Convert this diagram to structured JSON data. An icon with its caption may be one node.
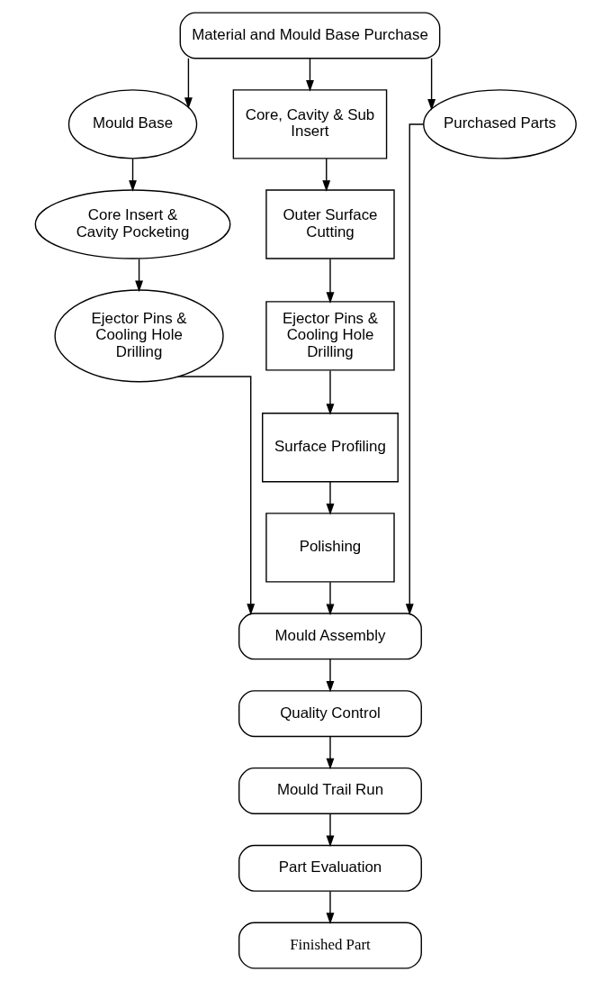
{
  "diagram": {
    "nodes": [
      {
        "text": [
          "Material and Mould Base Purchase"
        ]
      },
      {
        "text": [
          "Mould Base"
        ]
      },
      {
        "text": [
          "Core, Cavity & Sub Insert"
        ]
      },
      {
        "text": [
          "Purchased Parts"
        ]
      },
      {
        "text": [
          "Core Insert & Cavity Pocketing"
        ]
      },
      {
        "text": [
          "Outer Surface Cutting"
        ]
      },
      {
        "text": [
          "Ejector Pins & Cooling Hole Drilling"
        ]
      },
      {
        "text": [
          "Ejector Pins & Cooling Hole Drilling"
        ]
      },
      {
        "text": [
          "Surface Profiling"
        ]
      },
      {
        "text": [
          "Polishing"
        ]
      },
      {
        "text": [
          "Mould Assembly"
        ]
      },
      {
        "text": [
          "Quality Control"
        ]
      },
      {
        "text": [
          "Mould Trail Run"
        ]
      },
      {
        "text": [
          "Part Evaluation"
        ]
      },
      {
        "text": [
          "Finished Part"
        ]
      }
    ],
    "edges": [
      {
        "from": 0,
        "to": 1,
        "arrow": "to"
      },
      {
        "from": 0,
        "to": 2,
        "arrow": "to"
      },
      {
        "from": 0,
        "to": 3,
        "arrow": "to"
      },
      {
        "from": 1,
        "to": 4,
        "arrow": "to"
      },
      {
        "from": 2,
        "to": 5,
        "arrow": "to"
      },
      {
        "from": 4,
        "to": 6,
        "arrow": "to"
      },
      {
        "from": 5,
        "to": 7,
        "arrow": "to"
      },
      {
        "from": 7,
        "to": 8,
        "arrow": "to"
      },
      {
        "from": 8,
        "to": 9,
        "arrow": "to"
      },
      {
        "from": 6,
        "to": 10,
        "arrow": "to"
      },
      {
        "from": 9,
        "to": 10,
        "arrow": "to"
      },
      {
        "from": 3,
        "to": 10,
        "arrow": "to"
      },
      {
        "from": 10,
        "to": 11,
        "arrow": "to"
      },
      {
        "from": 11,
        "to": 12,
        "arrow": "to"
      },
      {
        "from": 12,
        "to": 13,
        "arrow": "to"
      },
      {
        "from": 13,
        "to": 14,
        "arrow": "to"
      }
    ]
  }
}
